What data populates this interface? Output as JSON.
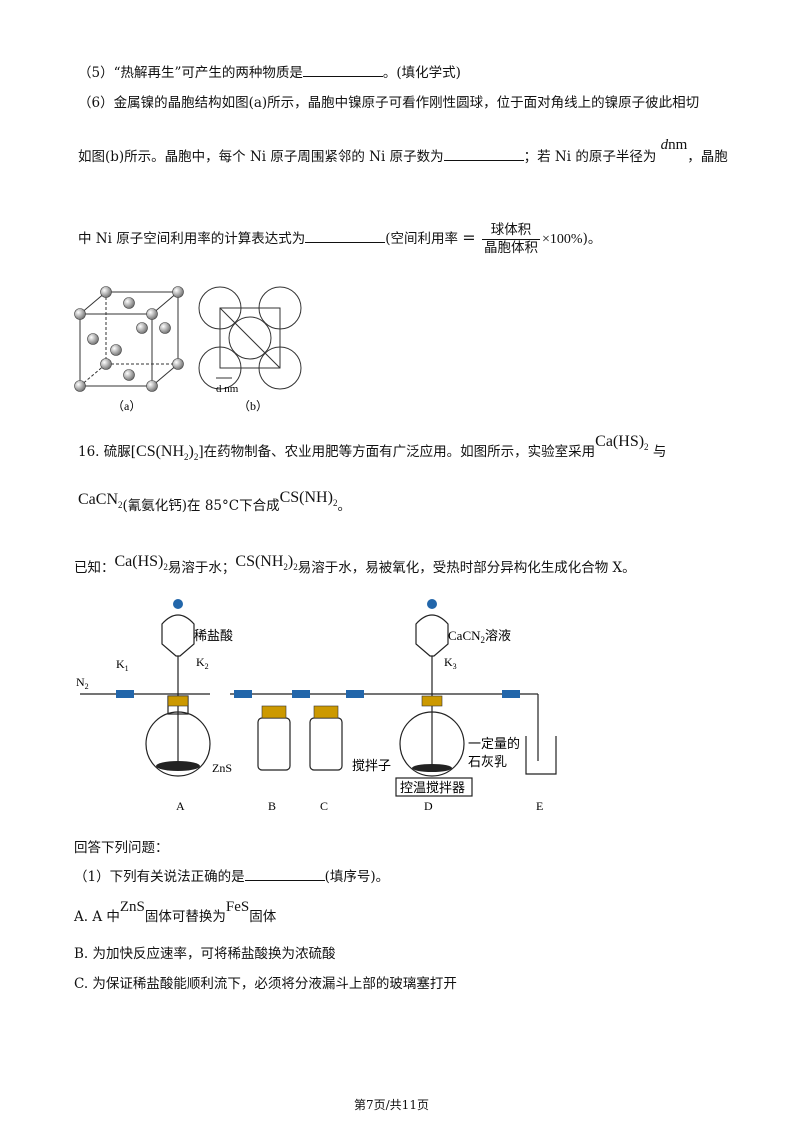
{
  "q5": {
    "text_a": "（5）“热解再生”可产生的两种物质是",
    "text_b": "。(填化学式)"
  },
  "q6": {
    "line1": "（6）金属镍的晶胞结构如图(a)所示，晶胞中镍原子可看作刚性圆球，位于面对角线上的镍原子彼此相切",
    "line2_a": "如图(b)所示。晶胞中，每个 Ni 原子周围紧邻的 Ni 原子数为",
    "line2_b": "；若 Ni 的原子半径为",
    "d_nm": "d",
    "nm": "nm",
    "line2_c": "，晶胞",
    "line3_a": "中 Ni 原子空间利用率的计算表达式为",
    "line3_b": "(空间利用率",
    "eq": "=",
    "num": "球体积",
    "den": "晶胞体积",
    "times": "×100%",
    "line3_c": ")。",
    "fig_a_label": "（a）",
    "fig_b_label": "（b）",
    "fig_b_dim": "d nm"
  },
  "q16": {
    "intro_a": "16. 硫脲[",
    "thiourea": "CS(NH",
    "sub2": "2",
    "close": ")",
    "intro_b": "]在药物制备、农业用肥等方面有广泛应用。如图所示，实验室采用",
    "cahs": "Ca(HS)",
    "and": "与",
    "cacn2": "CaCN",
    "cacn2_note": "(氰氨化钙)在 85°C下合成",
    "period": "。",
    "known_a": "已知：",
    "known_b": "易溶于水；",
    "known_c": "易溶于水，易被氧化，受热时部分异构化生成化合物 X。",
    "apparatus": {
      "hcl": "稀盐酸",
      "cacn2_sol": "CaCN",
      "cacn2_sol_tail": "溶液",
      "k1": "K",
      "k2": "K",
      "k3": "K",
      "n2": "N",
      "zns": "ZnS",
      "stirrer": "搅拌子",
      "lime1": "一定量的",
      "lime2": "石灰乳",
      "heater": "控温搅拌器",
      "labels": [
        "A",
        "B",
        "C",
        "D",
        "E"
      ]
    },
    "answer_prompt": "回答下列问题：",
    "q1_a": "（1）下列有关说法正确的是",
    "q1_b": "(填序号)。",
    "optA_a": "A. A 中",
    "optA_zns": "ZnS",
    "optA_b": "固体可替换为",
    "optA_fes": "FeS",
    "optA_c": "固体",
    "optB": "B. 为加快反应速率，可将稀盐酸换为浓硫酸",
    "optC": "C. 为保证稀盐酸能顺利流下，必须将分液漏斗上部的玻璃塞打开"
  },
  "footer": {
    "page": "第7页/共11页"
  }
}
